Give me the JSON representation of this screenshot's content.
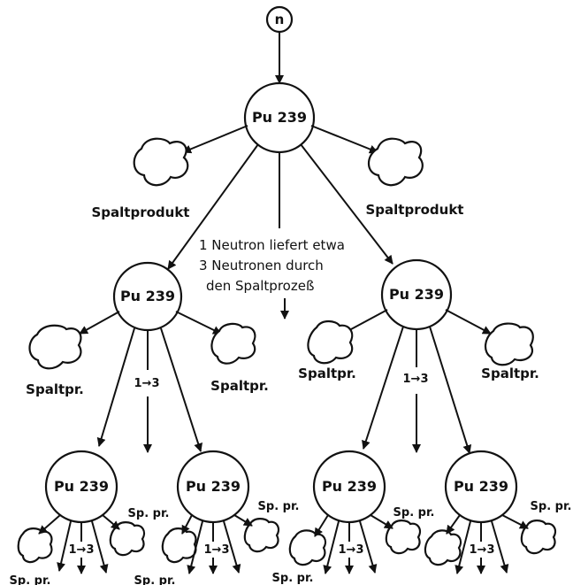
{
  "diagram": {
    "start_label": "n",
    "nuclide": "Pu 239",
    "fission_product": "Spaltprodukt",
    "fission_product_short": "Spaltpr.",
    "fission_product_tiny": "Sp. pr.",
    "ratio": "1→3",
    "note": [
      "1 Neutron liefert etwa",
      "3 Neutronen durch",
      "den Spaltprozeß"
    ]
  }
}
